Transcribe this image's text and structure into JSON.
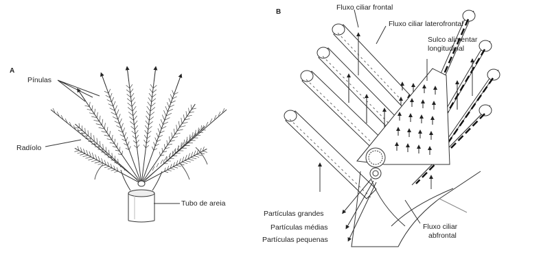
{
  "panel_a": {
    "letter": "A",
    "labels": {
      "pinulas": "Pínulas",
      "radiolo": "Radíolo",
      "tubo": "Tubo de areia"
    }
  },
  "panel_b": {
    "letter": "B",
    "labels": {
      "fluxo_frontal": "Fluxo ciliar frontal",
      "fluxo_laterofrontal": "Fluxo ciliar laterofrontal",
      "sulco_1": "Sulco alimentar",
      "sulco_2": "longitudinal",
      "particulas_grandes": "Partículas grandes",
      "particulas_medias": "Partículas médias",
      "particulas_pequenas": "Partículas pequenas",
      "abfrontal_1": "Fluxo ciliar",
      "abfrontal_2": "abfrontal"
    }
  }
}
